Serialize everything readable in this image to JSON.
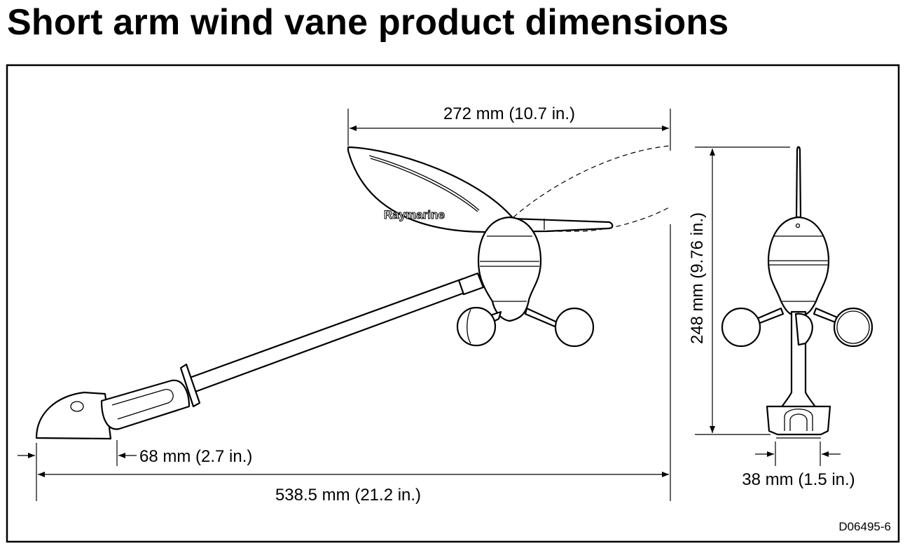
{
  "title": "Short arm wind vane product dimensions",
  "diagram": {
    "brand_logo_text": "Raymarine",
    "dimensions": {
      "vane_width": "272 mm (10.7 in.)",
      "height": "248 mm (9.76 in.)",
      "base_length": "68 mm (2.7 in.)",
      "total_length": "538.5 mm (21.2 in.)",
      "base_width": "38 mm (1.5 in.)"
    },
    "drawing_id": "D06495-6"
  }
}
